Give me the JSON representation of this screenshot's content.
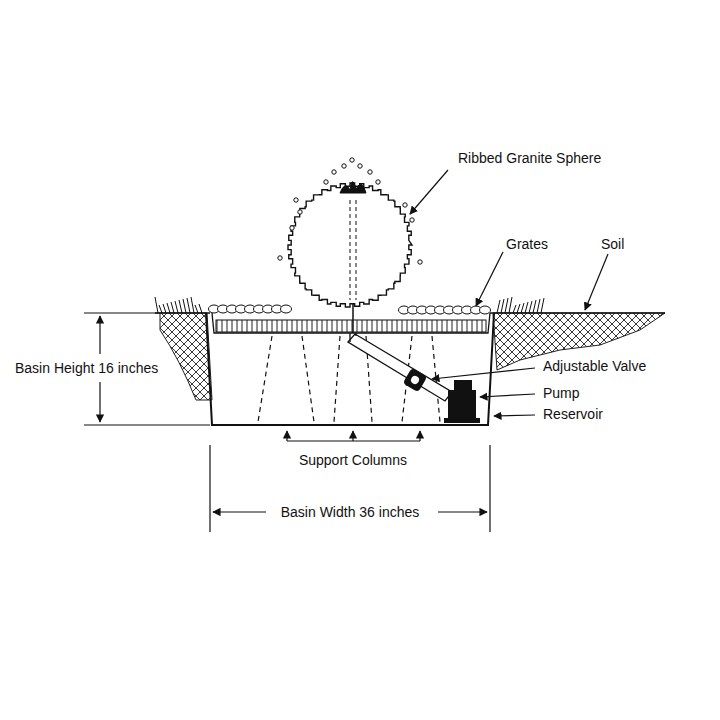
{
  "diagram": {
    "labels": [
      "Ribbed Granite Sphere",
      "Grates",
      "Soil",
      "Adjustable Valve",
      "Pump",
      "Reservoir",
      "Basin Height 16 inches",
      "Support Columns",
      "Basin Width 36 inches"
    ]
  }
}
